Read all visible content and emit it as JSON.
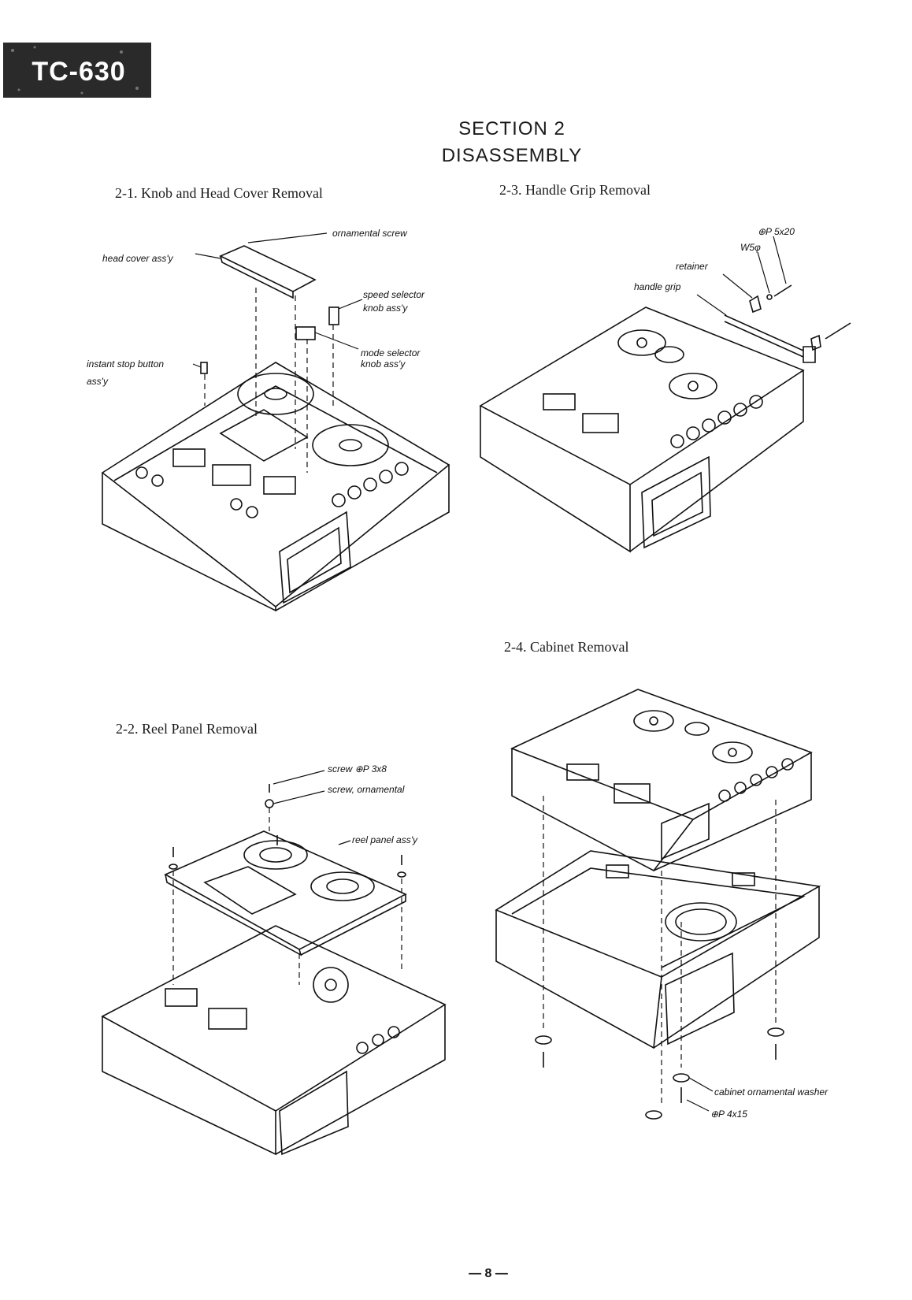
{
  "header": {
    "logo_text": "TC-630",
    "section_label": "SECTION 2",
    "section_title": "DISASSEMBLY"
  },
  "sections": [
    {
      "heading": "2-1.  Knob and Head Cover Removal",
      "callouts": [
        "ornamental screw",
        "head cover ass'y",
        "speed selector",
        "knob ass'y",
        "mode selector",
        "knob ass'y",
        "instant stop button",
        "ass'y"
      ]
    },
    {
      "heading": "2-2.  Reel Panel Removal",
      "callouts": [
        "screw ⊕P 3x8",
        "screw, ornamental",
        "reel panel ass'y"
      ]
    },
    {
      "heading": "2-3.  Handle Grip Removal",
      "callouts": [
        "⊕P 5x20",
        "W5φ",
        "retainer",
        "handle grip"
      ]
    },
    {
      "heading": "2-4.  Cabinet Removal",
      "callouts": [
        "cabinet ornamental washer",
        "⊕P 4x15"
      ]
    }
  ],
  "footer": {
    "page_number": "— 8 —"
  },
  "colors": {
    "ink": "#111111",
    "paper": "#ffffff"
  }
}
